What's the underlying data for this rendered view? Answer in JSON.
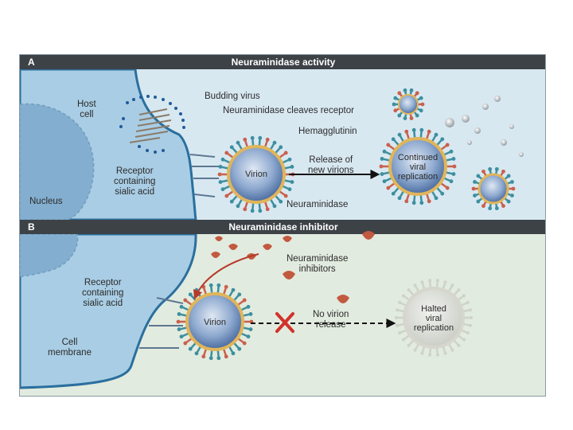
{
  "panel_a": {
    "letter": "A",
    "title": "Neuraminidase activity",
    "host_cell": "Host\ncell",
    "nucleus": "Nucleus",
    "budding_virus": "Budding virus",
    "cleaves_receptor": "Neuraminidase cleaves receptor",
    "hemagglutinin": "Hemagglutinin",
    "receptor": "Receptor\ncontaining\nsialic acid",
    "virion": "Virion",
    "release": "Release of\nnew virions",
    "continued": "Continued\nviral\nreplication",
    "neuraminidase": "Neuraminidase"
  },
  "panel_b": {
    "letter": "B",
    "title": "Neuraminidase inhibitor",
    "inhibitors": "Neuraminidase\ninhibitors",
    "receptor": "Receptor\ncontaining\nsialic acid",
    "virion": "Virion",
    "no_release": "No virion\nrelease",
    "halted": "Halted\nviral\nreplication",
    "cell_membrane": "Cell\nmembrane"
  },
  "colors": {
    "title_bar": "#3d4247",
    "panel_a_bg": "#d5e7f1",
    "panel_b_bg": "#dfe9dc",
    "cell": "#9dc6e0",
    "nucleus": "#7aa9cb",
    "membrane": "#2a6f9e",
    "virion_core": "#5c83b8",
    "virion_ring": "#e0b55a",
    "spike_teal": "#3d8f9f",
    "spike_red": "#c9604d",
    "inhibitor": "#c25a3f",
    "x_mark": "#d2322a"
  }
}
